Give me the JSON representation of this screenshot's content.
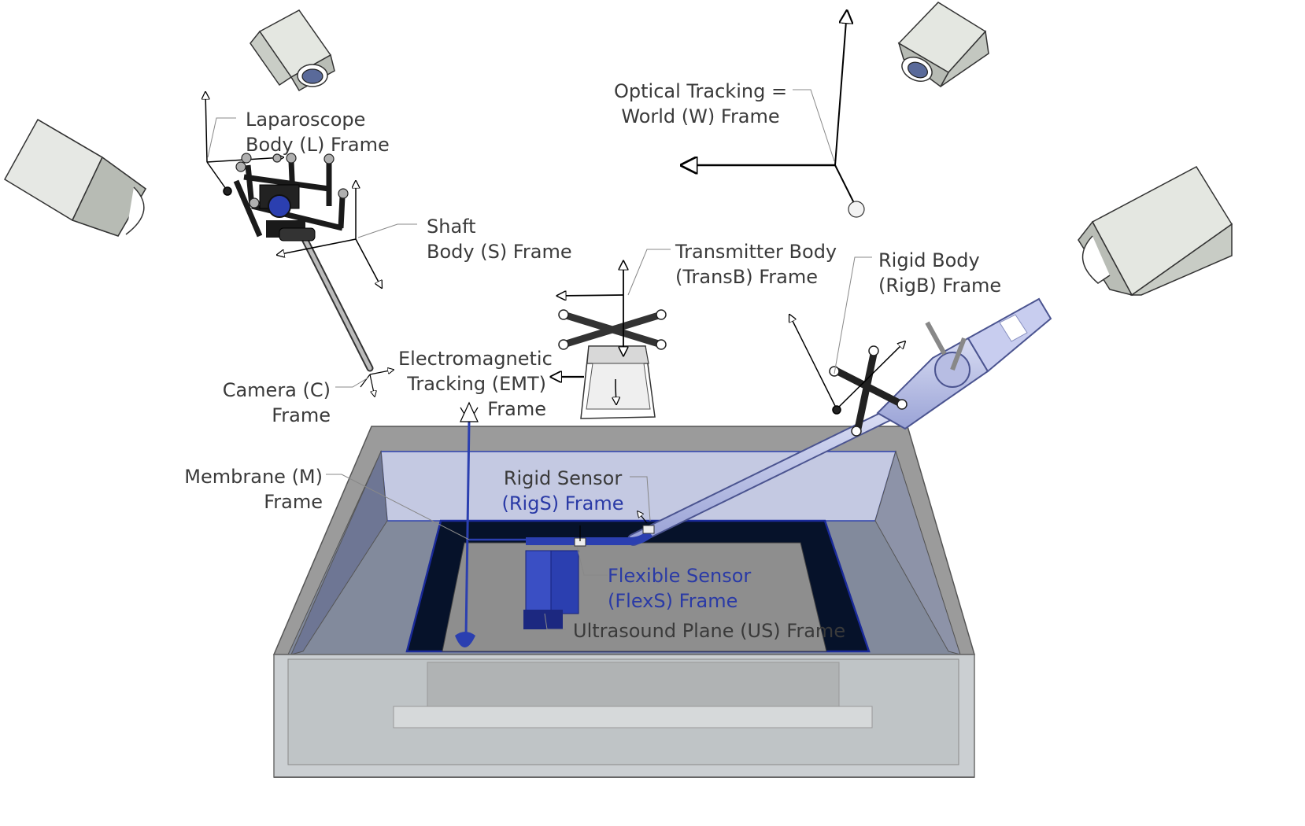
{
  "labels": {
    "optical_tracking": {
      "line1": "Optical Tracking =",
      "line2": "World (W) Frame"
    },
    "laparoscope": {
      "line1": "Laparoscope",
      "line2": "Body (L) Frame"
    },
    "shaft": {
      "line1": "Shaft",
      "line2": "Body (S) Frame"
    },
    "transmitter": {
      "line1": "Transmitter Body",
      "line2": "(TransB) Frame"
    },
    "rigid_body": {
      "line1": "Rigid Body",
      "line2": "(RigB) Frame"
    },
    "emt": {
      "line1": "Electromagnetic",
      "line2": "Tracking (EMT)",
      "line3": "Frame"
    },
    "camera": {
      "line1": "Camera (C)",
      "line2": "Frame"
    },
    "membrane": {
      "line1": "Membrane (M)",
      "line2": "Frame"
    },
    "rigid_sensor": {
      "line1": "Rigid Sensor",
      "line2": "(RigS) Frame"
    },
    "flexible_sensor": {
      "line1": "Flexible Sensor",
      "line2": "(FlexS) Frame"
    },
    "ultrasound": {
      "line1": "Ultrasound Plane (US) Frame"
    }
  },
  "colors": {
    "label_text": "#3a3a3a",
    "sensor_label_text": "#2a3aa6",
    "water": "#c8cde6",
    "instrument_blue": "#2b3fb0",
    "camera_body": "#dfe3dc",
    "tank_frame": "#8c8c8c"
  }
}
